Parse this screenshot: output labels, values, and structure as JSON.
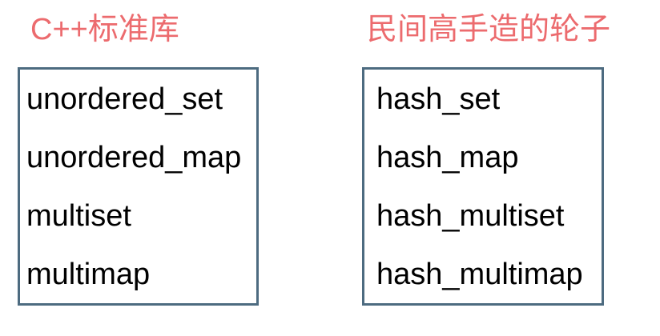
{
  "left_panel": {
    "title": "C++标准库",
    "items": [
      "unordered_set",
      "unordered_map",
      "multiset",
      "multimap"
    ]
  },
  "right_panel": {
    "title": "民间高手造的轮子",
    "items": [
      "hash_set",
      "hash_map",
      "hash_multiset",
      "hash_multimap"
    ]
  },
  "colors": {
    "title_text": "#ec6b6e",
    "box_border": "#4d6b80",
    "item_text": "#000000",
    "background": "#ffffff"
  }
}
